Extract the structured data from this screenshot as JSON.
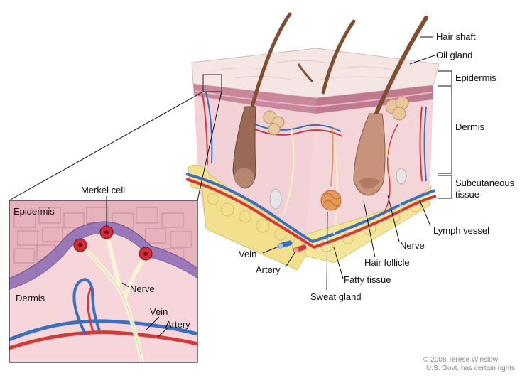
{
  "labels": {
    "hair_shaft": "Hair shaft",
    "oil_gland": "Oil gland",
    "epidermis": "Epidermis",
    "dermis": "Dermis",
    "subcutaneous_1": "Subcutaneous",
    "subcutaneous_2": "tissue",
    "lymph_vessel": "Lymph vessel",
    "nerve": "Nerve",
    "hair_follicle": "Hair follicle",
    "fatty_tissue": "Fatty tissue",
    "sweat_gland": "Sweat gland",
    "vein": "Vein",
    "artery": "Artery"
  },
  "inset": {
    "merkel_cell": "Merkel cell",
    "epidermis": "Epidermis",
    "dermis": "Dermis",
    "nerve": "Nerve",
    "vein": "Vein",
    "artery": "Artery"
  },
  "copyright": {
    "line1": "© 2008 Terese Winslow",
    "line2": "U.S. Govt. has certain rights"
  },
  "colors": {
    "skin_surface": "#f3dede",
    "epidermis": "#c98a9a",
    "dermis": "#f2cfd3",
    "fat": "#f3e39a",
    "vein": "#3b6fc0",
    "artery": "#d23a3a",
    "hair": "#8a5a3c"
  }
}
